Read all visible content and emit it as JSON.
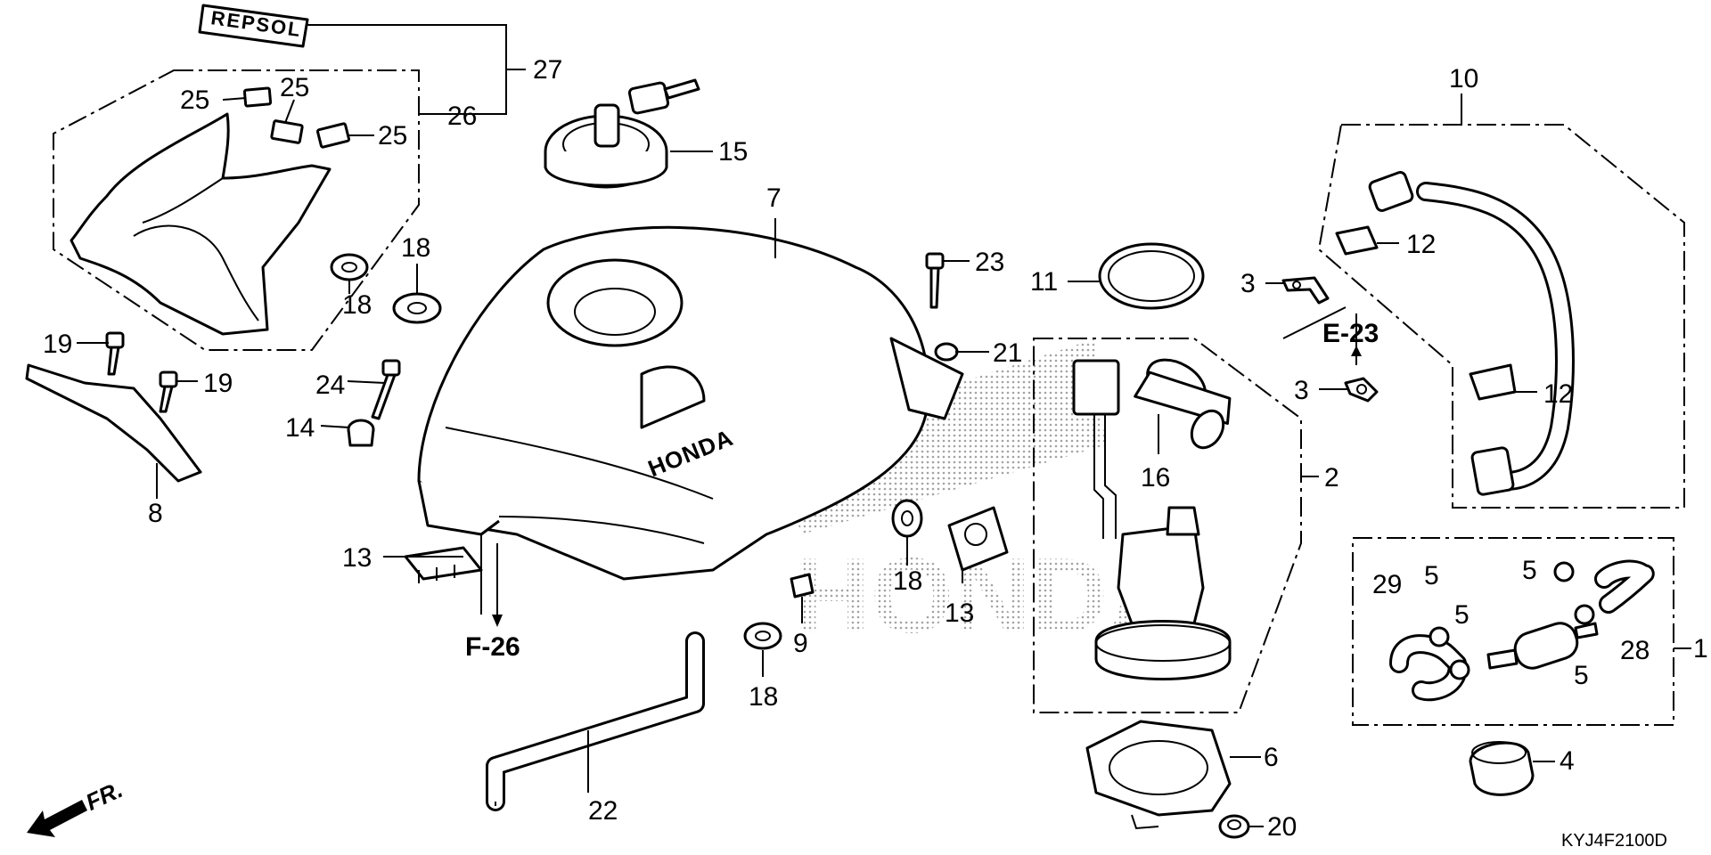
{
  "diagram": {
    "part_numbers": {
      "p1": "1",
      "p2": "2",
      "p3a": "3",
      "p3b": "3",
      "p4": "4",
      "p5a": "5",
      "p5b": "5",
      "p5c": "5",
      "p5d": "5",
      "p6": "6",
      "p7": "7",
      "p8": "8",
      "p9": "9",
      "p10": "10",
      "p11": "11",
      "p12a": "12",
      "p12b": "12",
      "p13a": "13",
      "p13b": "13",
      "p14": "14",
      "p15": "15",
      "p16": "16",
      "p18a": "18",
      "p18b": "18",
      "p18c": "18",
      "p18d": "18",
      "p19a": "19",
      "p19b": "19",
      "p20": "20",
      "p21": "21",
      "p22": "22",
      "p23": "23",
      "p24": "24",
      "p25a": "25",
      "p25b": "25",
      "p25c": "25",
      "p26": "26",
      "p27": "27",
      "p28": "28",
      "p29": "29"
    },
    "references": {
      "e23": "E-23",
      "f26": "F-26"
    },
    "front_marker": "FR.",
    "drawing_code": "KYJ4F2100D",
    "decal_text": "REPSOL",
    "tank_brand": "HONDA",
    "watermark_text": "HONDA"
  }
}
